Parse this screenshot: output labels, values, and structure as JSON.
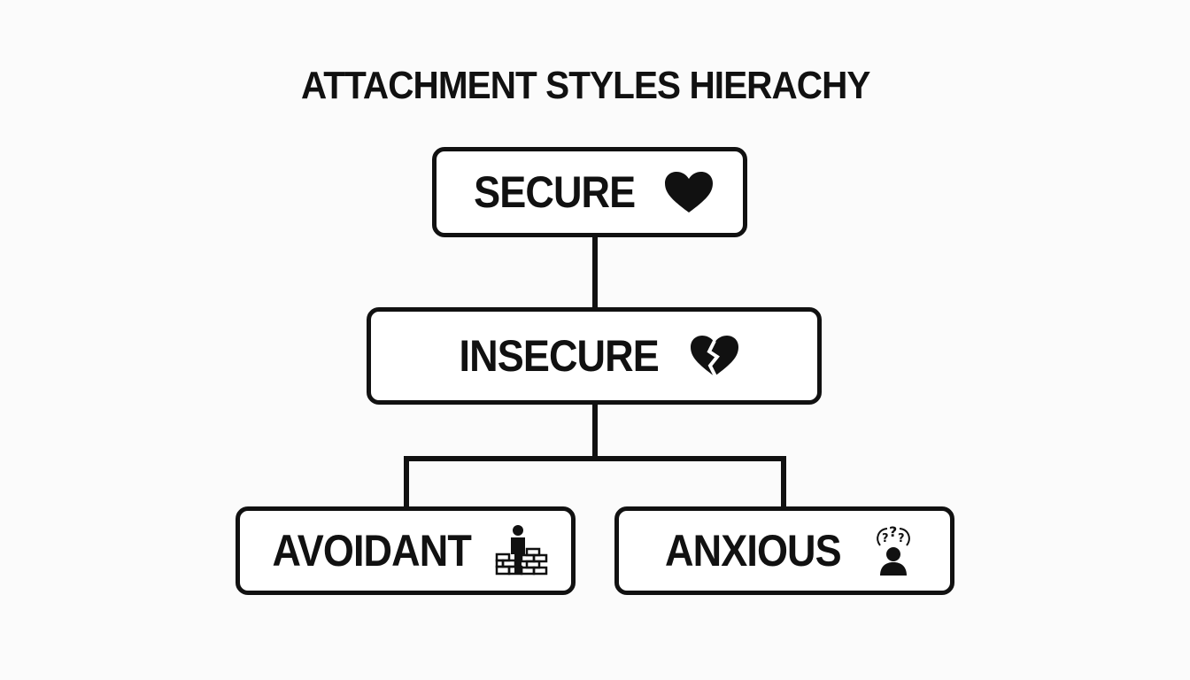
{
  "title": "ATTACHMENT STYLES HIERACHY",
  "nodes": {
    "secure": {
      "label": "SECURE",
      "icon": "heart-icon"
    },
    "insecure": {
      "label": "INSECURE",
      "icon": "broken-heart-icon"
    },
    "avoidant": {
      "label": "AVOIDANT",
      "icon": "person-behind-wall-icon"
    },
    "anxious": {
      "label": "ANXIOUS",
      "icon": "worried-person-icon"
    }
  },
  "colors": {
    "stroke": "#111111",
    "background": "#fbfbfb",
    "box_fill": "#ffffff"
  }
}
